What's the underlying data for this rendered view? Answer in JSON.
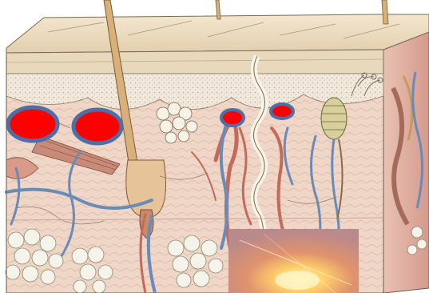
{
  "image": {
    "subject": "skin-cross-section-illustration",
    "background_color": "#ffffff"
  },
  "colors": {
    "dermis": "#ecd2c4",
    "epidermis_top": "#eadbc0",
    "epidermis_stipple": "#d9cfc2",
    "hair": "#d8b07a",
    "hair_outline": "#7a5a3a",
    "artery": "#c56a5a",
    "vein": "#6a8ab8",
    "fat_cell": "#f6f4ea",
    "marker_fill": "#ff0000",
    "marker_outline": "#4e6ea6",
    "glow_center": "#ffe08a",
    "glow_edge": "#b88a8a"
  },
  "markers": [
    {
      "id": "marker-1"
    },
    {
      "id": "marker-2"
    },
    {
      "id": "marker-3"
    },
    {
      "id": "marker-4"
    }
  ],
  "overlay": {
    "kind": "glowing-light-photo-inset"
  }
}
